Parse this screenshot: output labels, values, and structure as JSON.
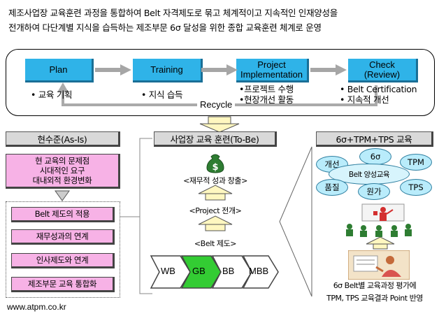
{
  "intro": {
    "line1": "제조사업장 교육훈련 과정을 통합하여 Belt 자격제도로 묶고 체계적이고 지속적인 인재양성을",
    "line2": "전개하여 다단계별 지식을 습득하는 제조부문 6σ 달성을 위한 종합 교육훈련 체계로 운영"
  },
  "cycle": {
    "phases": [
      {
        "label": "Plan"
      },
      {
        "label": "Training"
      },
      {
        "label": "Project\nImplementation"
      },
      {
        "label": "Check\n(Review)"
      }
    ],
    "bullets": {
      "plan": "• 교육 기획",
      "training": "• 지식 습득",
      "project_1": "•프로젝트 수행",
      "project_2": "•현장개선 활동",
      "check_1": "• Belt Certification",
      "check_2": "• 지속적 개선"
    },
    "recycle": "Recycle"
  },
  "as_is": {
    "title": "현수준(As-Is)",
    "problem": "현 교육의 문제점\n시대적인 요구\n대내외적 환경변화",
    "items": [
      "Belt 제도의 적용",
      "재무성과의 연계",
      "인사제도와 연계",
      "제조부문 교육 통합화"
    ]
  },
  "to_be": {
    "title": "사업장 교육 훈련(To-Be)",
    "labels": [
      "<재무적 성과 창출>",
      "<Project 전개>",
      "<Belt 제도>"
    ],
    "belts": [
      "WB",
      "GB",
      "BB",
      "MBB"
    ]
  },
  "education": {
    "title": "6σ+TPM+TPS 교육",
    "center": "Belt 양성교육",
    "ovals": [
      "개선",
      "6σ",
      "TPM",
      "품질",
      "원가",
      "TPS"
    ],
    "note_1": "6σ Belt별 교육과정 평가에",
    "note_2": "TPM, TPS 교육결과 Point 반영"
  },
  "footer": {
    "url": "www.atpm.co.kr"
  },
  "colors": {
    "phase_blue": "#2fb3e8",
    "pink": "#f7b2e6",
    "gb_green": "#33cc33",
    "oval_blue": "#b9ecfb"
  }
}
